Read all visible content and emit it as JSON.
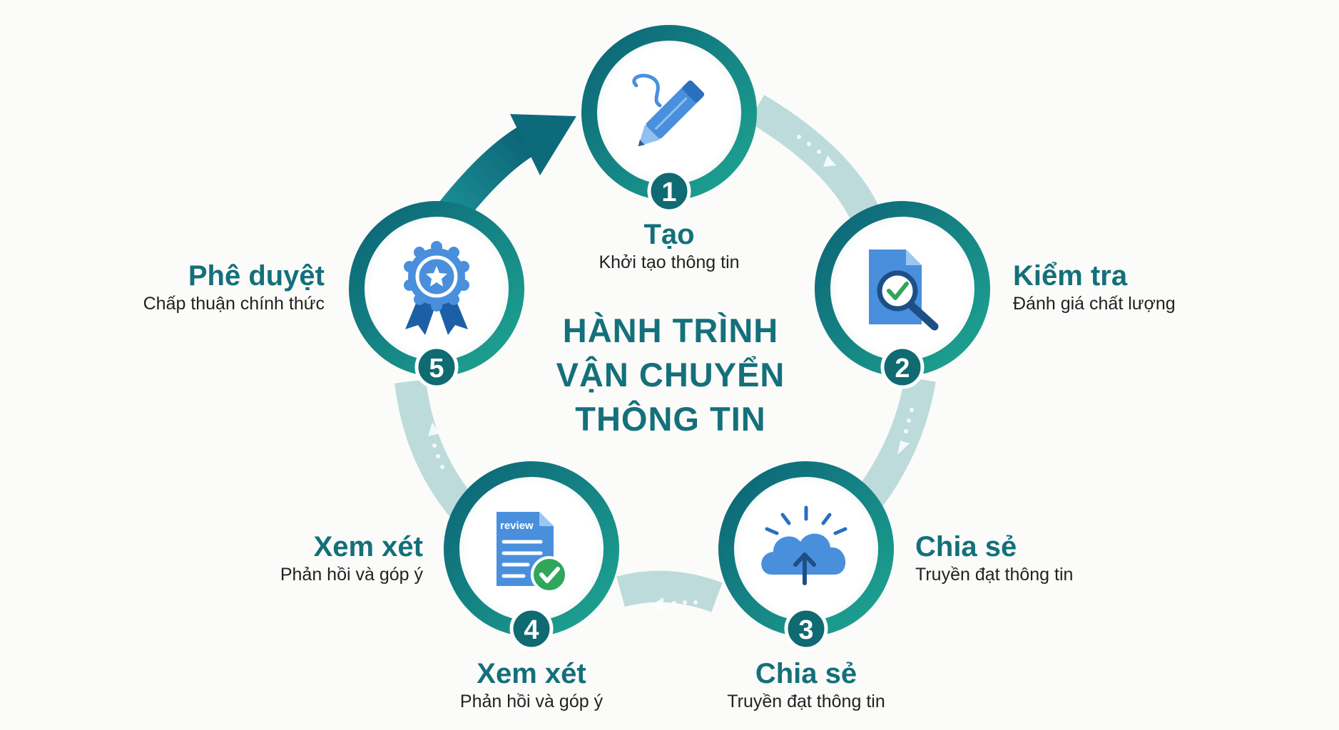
{
  "title": [
    "HÀNH TRÌNH",
    "VẬN CHUYỂN",
    "THÔNG TIN"
  ],
  "colors": {
    "teal_dark": "#0c6476",
    "teal_light": "#1ea592",
    "title": "#14707b",
    "icon_blue": "#4a8fdc",
    "check_green": "#2fa65a",
    "badge": "#0f6a72"
  },
  "steps": [
    {
      "number": "1",
      "title": "Tạo",
      "subtitle": "Khởi tạo thông tin",
      "icon": "pencil-icon"
    },
    {
      "number": "2",
      "title": "Kiểm tra",
      "subtitle": "Đánh giá chất lượng",
      "icon": "document-magnifier-check-icon"
    },
    {
      "number": "3",
      "title": "Chia sẻ",
      "subtitle": "Truyền đạt thông tin",
      "icon": "cloud-upload-icon"
    },
    {
      "number": "4",
      "title": "Xem xét",
      "subtitle": "Phản hồi và góp ý",
      "icon": "review-document-check-icon",
      "icon_label": "review"
    },
    {
      "number": "5",
      "title": "Phê duyệt",
      "subtitle": "Chấp thuận chính thức",
      "icon": "award-ribbon-icon"
    }
  ],
  "side_labels": {
    "step3": {
      "title": "Chia sẻ",
      "subtitle": "Truyền đạt thông tin"
    },
    "step4": {
      "title": "Xem xét",
      "subtitle": "Phản hồi và góp ý"
    }
  }
}
